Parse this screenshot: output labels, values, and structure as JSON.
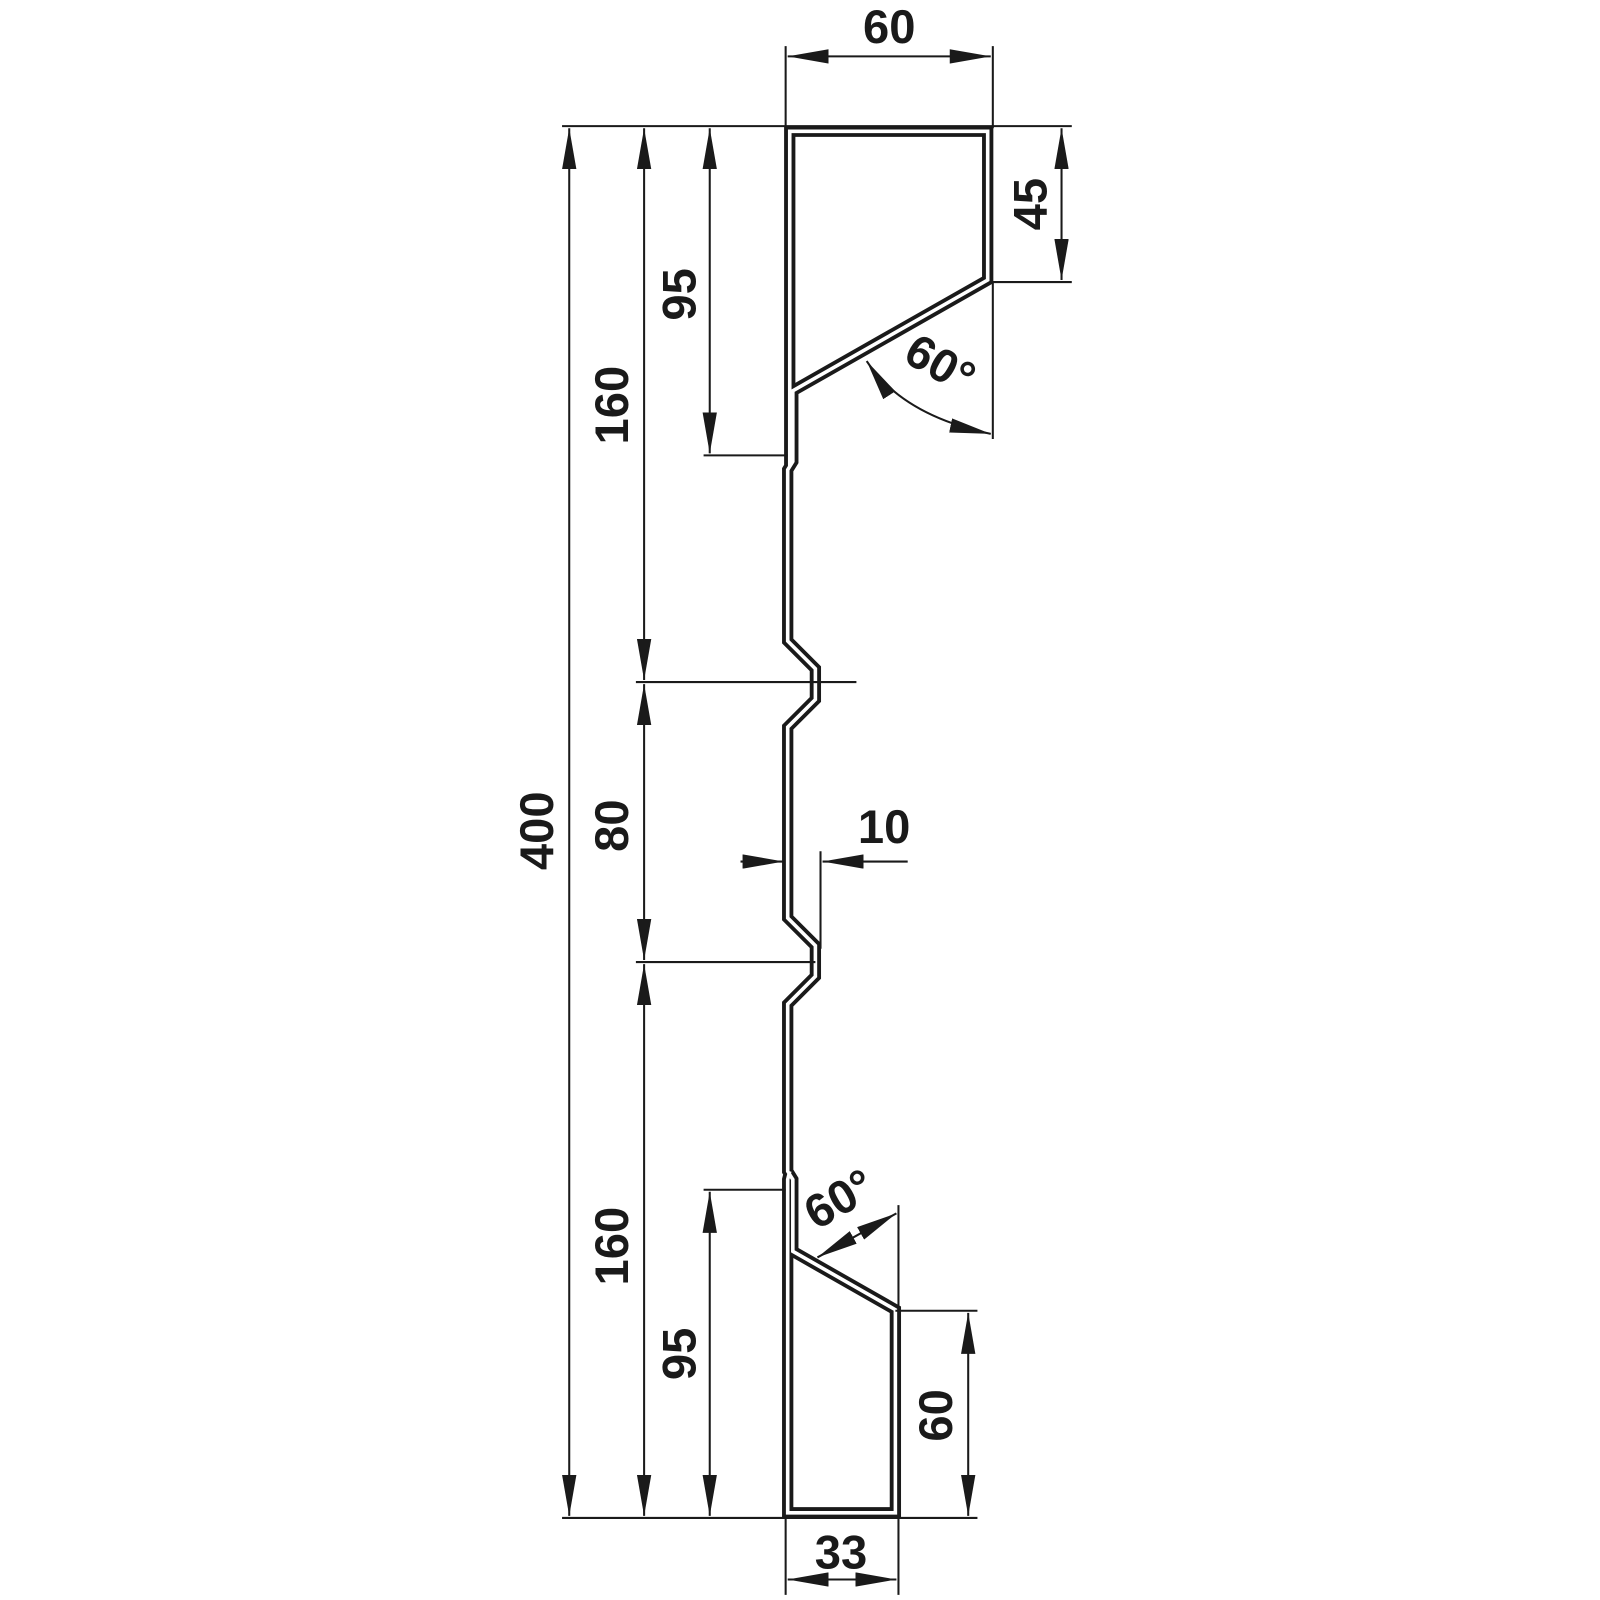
{
  "drawing": {
    "type": "blade profile dimension drawing",
    "line_color": "#1a1a1a",
    "background": "#ffffff",
    "dimensions": {
      "top_width": "60",
      "top_height": "45",
      "top_angle": "60°",
      "upper_offset_95": "95",
      "upper_segment": "160",
      "overall_length": "400",
      "middle_segment": "80",
      "bend_offset": "10",
      "lower_segment": "160",
      "lower_offset_95": "95",
      "bottom_angle": "60°",
      "bottom_height": "60",
      "bottom_width": "33"
    }
  }
}
